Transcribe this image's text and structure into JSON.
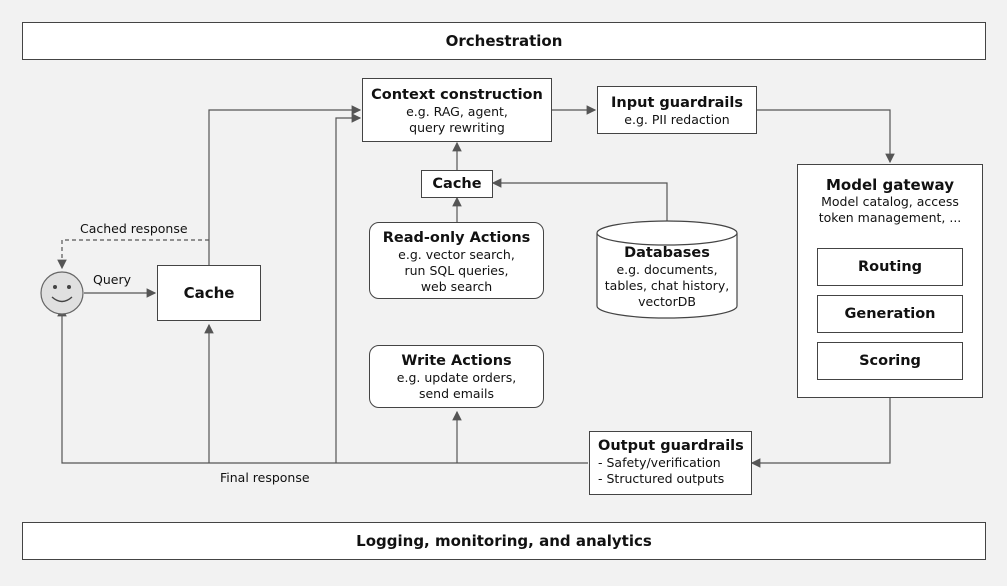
{
  "orchestration": "Orchestration",
  "logging": "Logging, monitoring, and analytics",
  "context": {
    "title": "Context construction",
    "lines": [
      "e.g. RAG, agent,",
      "query rewriting"
    ]
  },
  "input_guardrails": {
    "title": "Input guardrails",
    "lines": [
      "e.g. PII redaction"
    ]
  },
  "model_gateway": {
    "title": "Model gateway",
    "lines": [
      "Model catalog, access",
      "token management, ..."
    ],
    "items": [
      "Routing",
      "Generation",
      "Scoring"
    ]
  },
  "cache_small": "Cache",
  "cache_main": "Cache",
  "read_only": {
    "title": "Read-only Actions",
    "lines": [
      "e.g. vector search,",
      "run SQL queries,",
      "web search"
    ]
  },
  "databases": {
    "title": "Databases",
    "lines": [
      "e.g. documents,",
      "tables, chat history,",
      "vectorDB"
    ]
  },
  "write_actions": {
    "title": "Write Actions",
    "lines": [
      "e.g. update orders,",
      "send emails"
    ]
  },
  "output_guardrails": {
    "title": "Output guardrails",
    "lines": [
      "- Safety/verification",
      "- Structured outputs"
    ]
  },
  "labels": {
    "cached_response": "Cached response",
    "query": "Query",
    "final_response": "Final response"
  }
}
